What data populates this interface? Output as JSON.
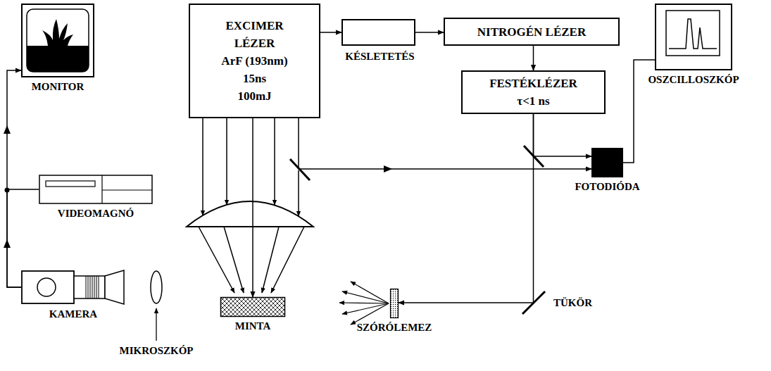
{
  "diagram": {
    "nodes": [
      {
        "text": [
          "EXCIMER LÉZER",
          "ArF (193nm)",
          "15ns",
          "100mJ"
        ]
      },
      {
        "text": [
          "KÉSLETETÉS"
        ]
      },
      {
        "text": [
          "NITROGÉN LÉZER"
        ]
      },
      {
        "text": [
          "FESTÉKLÉZER",
          "τ<1 ns"
        ]
      },
      {
        "text": [
          "OSZCILLOSZKÓP"
        ]
      },
      {
        "text": [
          "FOTODIÓDA"
        ]
      },
      {
        "text": [
          "MONITOR"
        ]
      },
      {
        "text": [
          "VIDEOMAGNÓ"
        ]
      },
      {
        "text": [
          "KAMERA"
        ]
      },
      {
        "text": [
          "MINTA"
        ]
      },
      {
        "text": [
          "SZÓRÓLEMEZ"
        ]
      },
      {
        "text": [
          "TÜKÖR"
        ]
      }
    ],
    "edges": [
      {
        "from": 0,
        "to": 1,
        "arrow": "to"
      },
      {
        "from": 1,
        "to": 2,
        "arrow": "to"
      },
      {
        "from": 2,
        "to": 3,
        "arrow": "to"
      },
      {
        "from": 3,
        "to": 11,
        "arrow": "none"
      },
      {
        "from": 11,
        "to": 10,
        "arrow": "to"
      },
      {
        "from": 0,
        "to": 9,
        "arrow": "to"
      },
      {
        "from": 0,
        "to": 5,
        "arrow": "to"
      },
      {
        "from": 3,
        "to": 5,
        "arrow": "to"
      },
      {
        "from": 5,
        "to": 4,
        "arrow": "none"
      },
      {
        "from": 8,
        "to": 7,
        "arrow": "none"
      },
      {
        "from": 8,
        "to": 6,
        "arrow": "to"
      }
    ],
    "labels": [
      "MIKROSZKÓP"
    ]
  }
}
